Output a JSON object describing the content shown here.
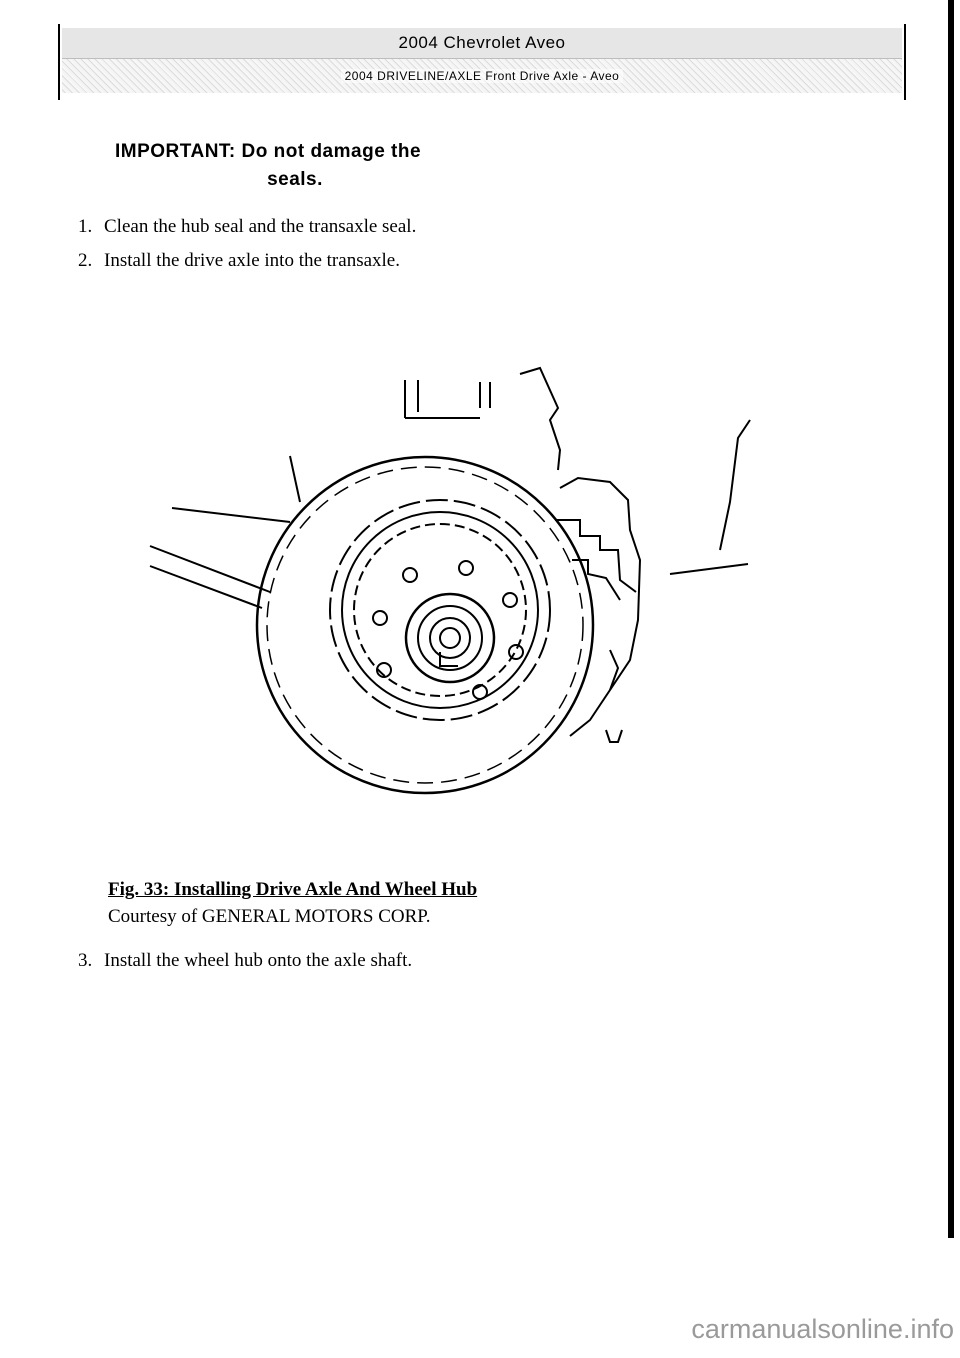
{
  "header": {
    "title": "2004 Chevrolet Aveo",
    "subtitle": "2004 DRIVELINE/AXLE Front Drive Axle - Aveo"
  },
  "notice": {
    "label": "IMPORTANT:",
    "text_line1": "Do not damage the",
    "text_line2": "seals."
  },
  "steps": [
    {
      "number": "1.",
      "text": "Clean the hub seal and the transaxle seal."
    },
    {
      "number": "2.",
      "text": "Install the drive axle into the transaxle."
    },
    {
      "number": "3.",
      "text": "Install the wheel hub onto the axle shaft."
    }
  ],
  "figure": {
    "title": "Fig. 33: Installing Drive Axle And Wheel Hub",
    "credit": "Courtesy of GENERAL MOTORS CORP."
  },
  "watermark": "carmanualsonline.info"
}
